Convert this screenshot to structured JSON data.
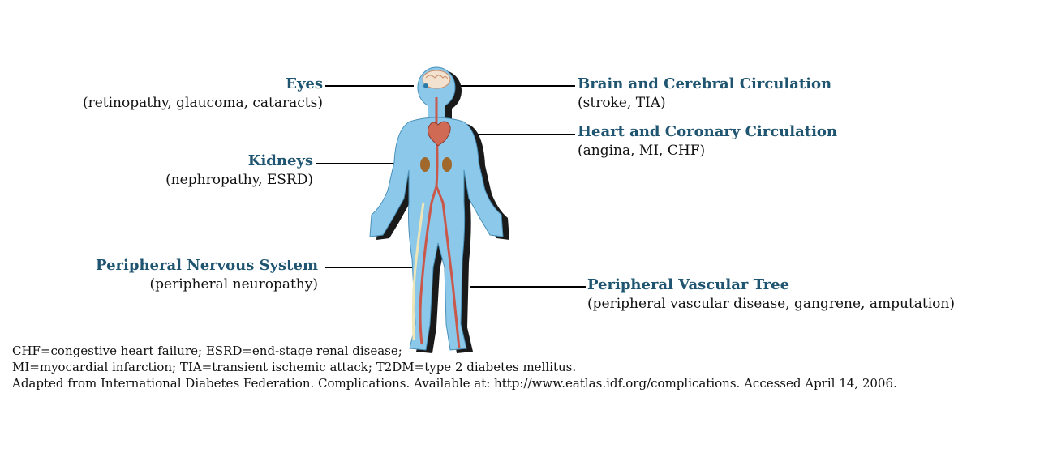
{
  "labels": {
    "eyes": {
      "title": "Eyes",
      "sub": "(retinopathy, glaucoma, cataracts)"
    },
    "brain": {
      "title": "Brain and Cerebral Circulation",
      "sub": "(stroke, TIA)"
    },
    "heart": {
      "title": "Heart and Coronary Circulation",
      "sub": "(angina, MI, CHF)"
    },
    "kidneys": {
      "title": "Kidneys",
      "sub": "(nephropathy, ESRD)"
    },
    "nervous": {
      "title": "Peripheral Nervous System",
      "sub": "(peripheral neuropathy)"
    },
    "vascular": {
      "title": "Peripheral Vascular Tree",
      "sub": "(peripheral vascular disease, gangrene, amputation)"
    }
  },
  "footnotes": [
    "CHF=congestive heart failure; ESRD=end-stage renal disease;",
    "MI=myocardial infarction; TIA=transient ischemic attack; T2DM=type 2 diabetes mellitus.",
    "Adapted from International Diabetes Federation. Complications. Available at: http://www.eatlas.idf.org/complications. Accessed April 14, 2006."
  ],
  "colors": {
    "title": "#1f5570",
    "body_fill": "#8cc8ea",
    "body_shadow": "#1a1a1a",
    "artery": "#c9574a",
    "nerve": "#efe6b8",
    "kidney": "#a0682a"
  }
}
